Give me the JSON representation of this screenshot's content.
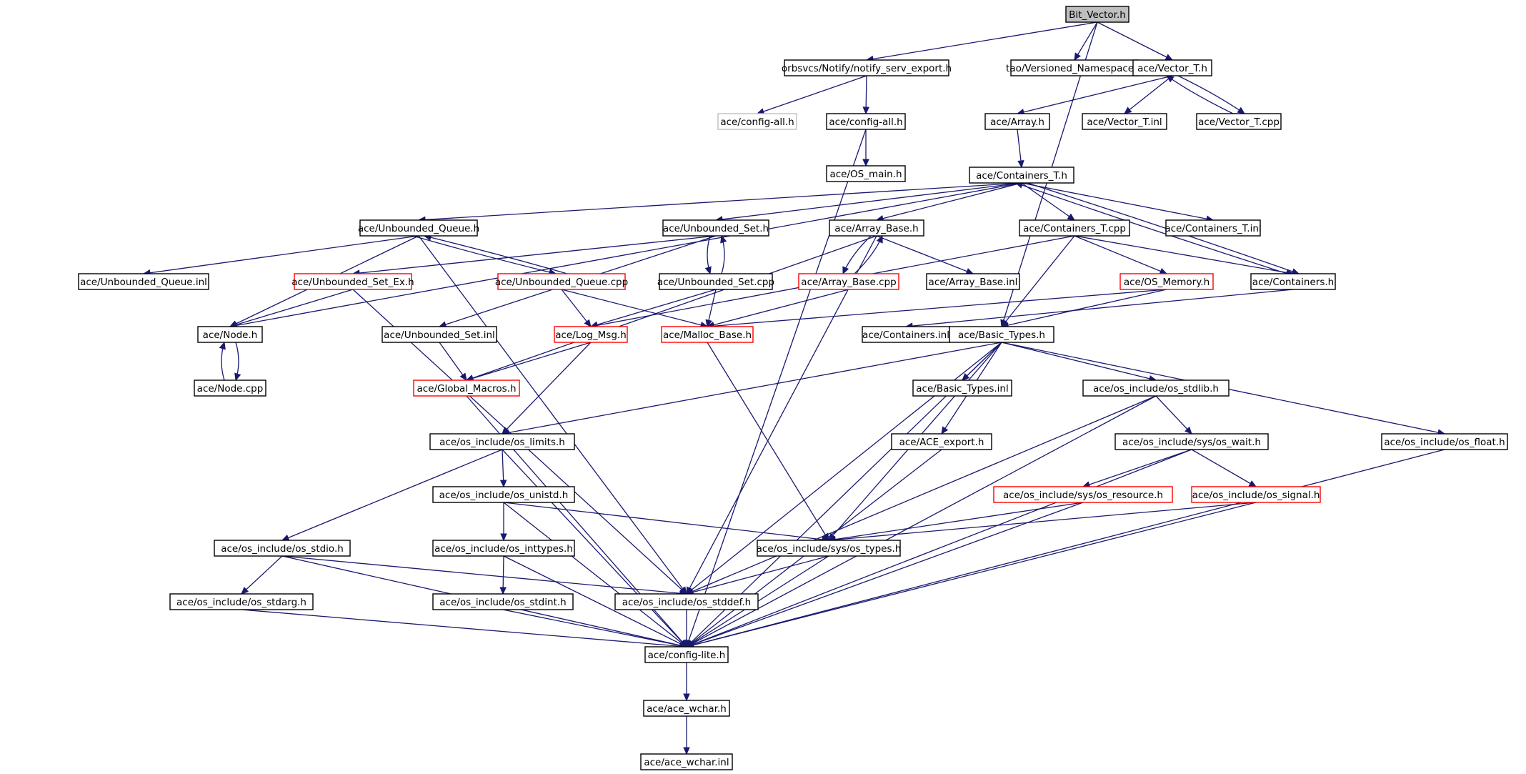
{
  "graph": {
    "title": "Bit_Vector.h",
    "nodes": {
      "bit_vector": {
        "label": "Bit_Vector.h",
        "style": "root"
      },
      "notify": {
        "label": "orbsvcs/Notify/notify_serv_export.h",
        "style": "normal"
      },
      "tao_ns": {
        "label": "tao/Versioned_Namespace.h",
        "style": "normal"
      },
      "vector_t": {
        "label": "ace/Vector_T.h",
        "style": "normal"
      },
      "config_all_grey": {
        "label": "ace/config-all.h",
        "style": "grey"
      },
      "config_all": {
        "label": "ace/config-all.h",
        "style": "normal"
      },
      "array": {
        "label": "ace/Array.h",
        "style": "normal"
      },
      "vector_inl": {
        "label": "ace/Vector_T.inl",
        "style": "normal"
      },
      "vector_cpp": {
        "label": "ace/Vector_T.cpp",
        "style": "normal"
      },
      "os_main": {
        "label": "ace/OS_main.h",
        "style": "normal"
      },
      "containers_t": {
        "label": "ace/Containers_T.h",
        "style": "normal"
      },
      "ub_queue": {
        "label": "ace/Unbounded_Queue.h",
        "style": "normal"
      },
      "ub_set": {
        "label": "ace/Unbounded_Set.h",
        "style": "normal"
      },
      "array_base": {
        "label": "ace/Array_Base.h",
        "style": "normal"
      },
      "containers_cpp": {
        "label": "ace/Containers_T.cpp",
        "style": "normal"
      },
      "containers_inl_t": {
        "label": "ace/Containers_T.inl",
        "style": "normal"
      },
      "ub_queue_inl": {
        "label": "ace/Unbounded_Queue.inl",
        "style": "normal"
      },
      "ub_set_ex": {
        "label": "ace/Unbounded_Set_Ex.h",
        "style": "red"
      },
      "ub_queue_cpp": {
        "label": "ace/Unbounded_Queue.cpp",
        "style": "red"
      },
      "ub_set_cpp": {
        "label": "ace/Unbounded_Set.cpp",
        "style": "normal"
      },
      "array_base_cpp": {
        "label": "ace/Array_Base.cpp",
        "style": "red"
      },
      "array_base_inl": {
        "label": "ace/Array_Base.inl",
        "style": "normal"
      },
      "os_memory": {
        "label": "ace/OS_Memory.h",
        "style": "red"
      },
      "containers_h": {
        "label": "ace/Containers.h",
        "style": "normal"
      },
      "node_h": {
        "label": "ace/Node.h",
        "style": "normal"
      },
      "ub_set_inl": {
        "label": "ace/Unbounded_Set.inl",
        "style": "normal"
      },
      "log_msg": {
        "label": "ace/Log_Msg.h",
        "style": "red"
      },
      "malloc_base": {
        "label": "ace/Malloc_Base.h",
        "style": "red"
      },
      "containers_inl": {
        "label": "ace/Containers.inl",
        "style": "normal"
      },
      "basic_types": {
        "label": "ace/Basic_Types.h",
        "style": "normal"
      },
      "node_cpp": {
        "label": "ace/Node.cpp",
        "style": "normal"
      },
      "global_macros": {
        "label": "ace/Global_Macros.h",
        "style": "red"
      },
      "basic_types_inl": {
        "label": "ace/Basic_Types.inl",
        "style": "normal"
      },
      "os_stdlib": {
        "label": "ace/os_include/os_stdlib.h",
        "style": "normal"
      },
      "os_limits": {
        "label": "ace/os_include/os_limits.h",
        "style": "normal"
      },
      "ace_export": {
        "label": "ace/ACE_export.h",
        "style": "normal"
      },
      "os_wait": {
        "label": "ace/os_include/sys/os_wait.h",
        "style": "normal"
      },
      "os_float": {
        "label": "ace/os_include/os_float.h",
        "style": "normal"
      },
      "os_unistd": {
        "label": "ace/os_include/os_unistd.h",
        "style": "normal"
      },
      "os_resource": {
        "label": "ace/os_include/sys/os_resource.h",
        "style": "red"
      },
      "os_signal": {
        "label": "ace/os_include/os_signal.h",
        "style": "red"
      },
      "os_stdio": {
        "label": "ace/os_include/os_stdio.h",
        "style": "normal"
      },
      "os_inttypes": {
        "label": "ace/os_include/os_inttypes.h",
        "style": "normal"
      },
      "os_types": {
        "label": "ace/os_include/sys/os_types.h",
        "style": "normal"
      },
      "os_stdarg": {
        "label": "ace/os_include/os_stdarg.h",
        "style": "normal"
      },
      "os_stdint": {
        "label": "ace/os_include/os_stdint.h",
        "style": "normal"
      },
      "os_stddef": {
        "label": "ace/os_include/os_stddef.h",
        "style": "normal"
      },
      "config_lite": {
        "label": "ace/config-lite.h",
        "style": "normal"
      },
      "ace_wchar": {
        "label": "ace/ace_wchar.h",
        "style": "normal"
      },
      "ace_wchar_inl": {
        "label": "ace/ace_wchar.inl",
        "style": "normal"
      }
    },
    "edges": [
      [
        "bit_vector",
        "notify"
      ],
      [
        "bit_vector",
        "tao_ns"
      ],
      [
        "bit_vector",
        "vector_t"
      ],
      [
        "bit_vector",
        "basic_types"
      ],
      [
        "notify",
        "config_all_grey"
      ],
      [
        "notify",
        "config_all"
      ],
      [
        "config_all",
        "os_main"
      ],
      [
        "config_all",
        "config_lite"
      ],
      [
        "vector_t",
        "array"
      ],
      [
        "vector_t",
        "vector_inl"
      ],
      [
        "vector_t",
        "vector_cpp"
      ],
      [
        "vector_cpp",
        "vector_t"
      ],
      [
        "array",
        "containers_t"
      ],
      [
        "containers_t",
        "ub_queue"
      ],
      [
        "containers_t",
        "ub_set"
      ],
      [
        "containers_t",
        "array_base"
      ],
      [
        "containers_t",
        "containers_cpp"
      ],
      [
        "containers_t",
        "containers_inl_t"
      ],
      [
        "containers_t",
        "containers_h"
      ],
      [
        "containers_t",
        "node_h"
      ],
      [
        "ub_queue",
        "ub_queue_inl"
      ],
      [
        "ub_queue",
        "ub_queue_cpp"
      ],
      [
        "ub_queue_cpp",
        "ub_queue"
      ],
      [
        "ub_queue",
        "node_h"
      ],
      [
        "ub_queue",
        "os_stddef"
      ],
      [
        "ub_set",
        "ub_set_ex"
      ],
      [
        "ub_set",
        "ub_set_cpp"
      ],
      [
        "ub_set_cpp",
        "ub_set"
      ],
      [
        "ub_set",
        "ub_set_inl"
      ],
      [
        "array_base",
        "array_base_cpp"
      ],
      [
        "array_base_cpp",
        "array_base"
      ],
      [
        "array_base",
        "array_base_inl"
      ],
      [
        "array_base",
        "global_macros"
      ],
      [
        "array_base",
        "os_stddef"
      ],
      [
        "containers_cpp",
        "os_memory"
      ],
      [
        "containers_cpp",
        "containers_h"
      ],
      [
        "containers_cpp",
        "log_msg"
      ],
      [
        "containers_cpp",
        "basic_types"
      ],
      [
        "containers_h",
        "containers_t"
      ],
      [
        "containers_h",
        "containers_inl"
      ],
      [
        "ub_set_ex",
        "node_h"
      ],
      [
        "ub_set_ex",
        "os_stddef"
      ],
      [
        "ub_queue_cpp",
        "log_msg"
      ],
      [
        "ub_queue_cpp",
        "malloc_base"
      ],
      [
        "ub_set_cpp",
        "log_msg"
      ],
      [
        "ub_set_cpp",
        "malloc_base"
      ],
      [
        "array_base_cpp",
        "malloc_base"
      ],
      [
        "os_memory",
        "basic_types"
      ],
      [
        "os_memory",
        "malloc_base"
      ],
      [
        "node_h",
        "node_cpp"
      ],
      [
        "node_cpp",
        "node_h"
      ],
      [
        "ub_set_inl",
        "global_macros"
      ],
      [
        "log_msg",
        "global_macros"
      ],
      [
        "log_msg",
        "os_limits"
      ],
      [
        "malloc_base",
        "os_types"
      ],
      [
        "global_macros",
        "config_lite"
      ],
      [
        "basic_types",
        "basic_types_inl"
      ],
      [
        "basic_types",
        "os_stdlib"
      ],
      [
        "basic_types",
        "os_limits"
      ],
      [
        "basic_types",
        "ace_export"
      ],
      [
        "basic_types",
        "os_float"
      ],
      [
        "basic_types",
        "os_types"
      ],
      [
        "basic_types",
        "os_stddef"
      ],
      [
        "basic_types",
        "config_lite"
      ],
      [
        "os_stdlib",
        "os_wait"
      ],
      [
        "os_stdlib",
        "os_stddef"
      ],
      [
        "os_stdlib",
        "config_lite"
      ],
      [
        "os_limits",
        "os_unistd"
      ],
      [
        "os_limits",
        "os_stdio"
      ],
      [
        "os_limits",
        "config_lite"
      ],
      [
        "ace_export",
        "config_lite"
      ],
      [
        "os_wait",
        "os_resource"
      ],
      [
        "os_wait",
        "os_signal"
      ],
      [
        "os_wait",
        "config_lite"
      ],
      [
        "os_float",
        "config_lite"
      ],
      [
        "os_unistd",
        "os_inttypes"
      ],
      [
        "os_unistd",
        "os_types"
      ],
      [
        "os_unistd",
        "config_lite"
      ],
      [
        "os_resource",
        "os_types"
      ],
      [
        "os_resource",
        "config_lite"
      ],
      [
        "os_signal",
        "os_types"
      ],
      [
        "os_signal",
        "config_lite"
      ],
      [
        "os_stdio",
        "os_stdarg"
      ],
      [
        "os_stdio",
        "os_stddef"
      ],
      [
        "os_stdio",
        "config_lite"
      ],
      [
        "os_inttypes",
        "os_stdint"
      ],
      [
        "os_inttypes",
        "config_lite"
      ],
      [
        "os_types",
        "os_stddef"
      ],
      [
        "os_types",
        "config_lite"
      ],
      [
        "os_stdarg",
        "config_lite"
      ],
      [
        "os_stdint",
        "config_lite"
      ],
      [
        "os_stddef",
        "config_lite"
      ],
      [
        "config_lite",
        "ace_wchar"
      ],
      [
        "ace_wchar",
        "ace_wchar_inl"
      ]
    ]
  }
}
